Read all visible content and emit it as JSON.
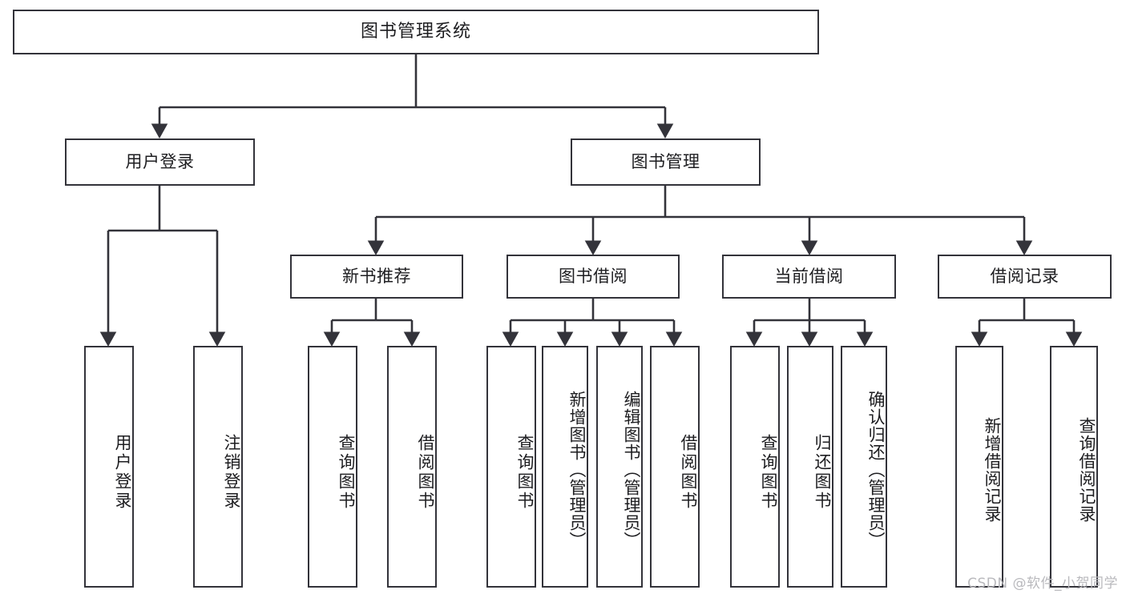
{
  "diagram": {
    "title": "图书管理系统",
    "watermark": "CSDN @软件_小贺同学",
    "colors": {
      "stroke": "#33333a",
      "fill": "#ffffff",
      "text": "#1d1d20",
      "watermark": "#b9b9bd"
    },
    "root": {
      "label": "图书管理系统"
    },
    "level1": [
      {
        "label": "用户登录"
      },
      {
        "label": "图书管理"
      }
    ],
    "level2": [
      {
        "label": "新书推荐"
      },
      {
        "label": "图书借阅"
      },
      {
        "label": "当前借阅"
      },
      {
        "label": "借阅记录"
      }
    ],
    "leaves": {
      "user_login": [
        {
          "label": "用户登录"
        },
        {
          "label": "注销登录"
        }
      ],
      "new_book": [
        {
          "label": "查询图书"
        },
        {
          "label": "借阅图书"
        }
      ],
      "book_borrow": [
        {
          "label": "查询图书"
        },
        {
          "label": "新增图书（管理员）"
        },
        {
          "label": "编辑图书（管理员）"
        },
        {
          "label": "借阅图书"
        }
      ],
      "current_borrow": [
        {
          "label": "查询图书"
        },
        {
          "label": "归还图书"
        },
        {
          "label": "确认归还（管理员）"
        }
      ],
      "borrow_record": [
        {
          "label": "新增借阅记录"
        },
        {
          "label": "查询借阅记录"
        }
      ]
    }
  }
}
